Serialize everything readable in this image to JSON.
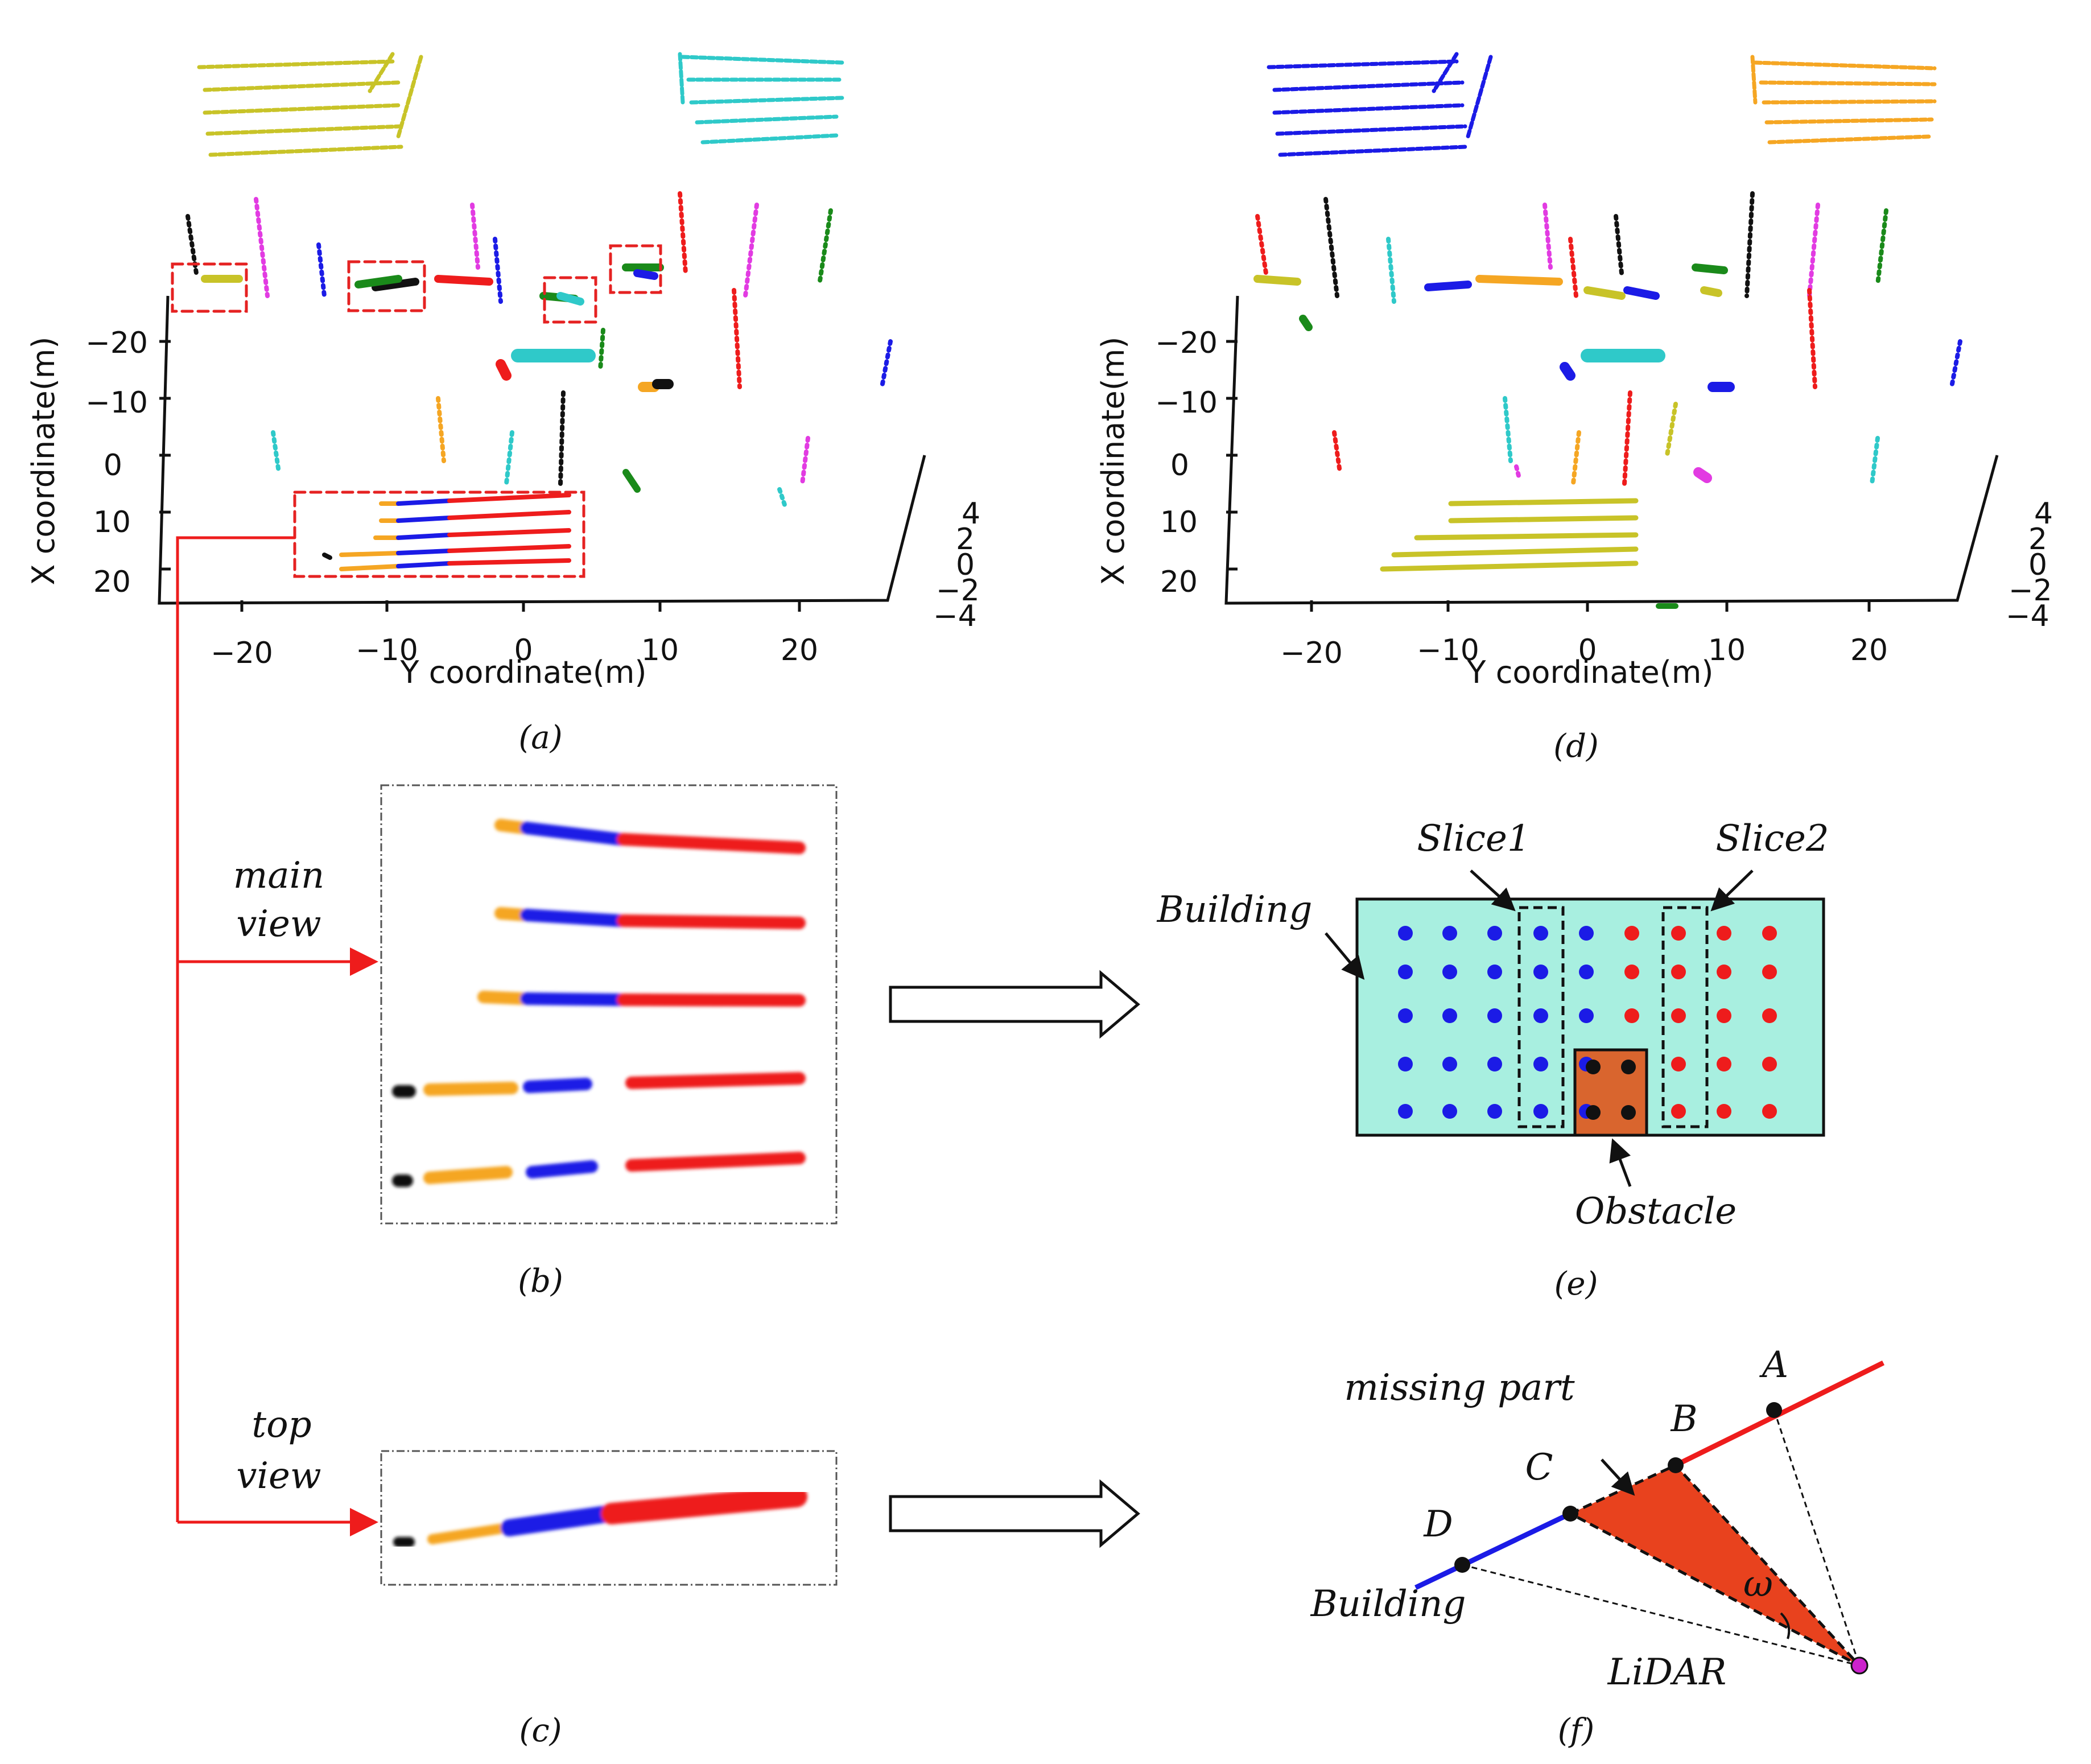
{
  "colors": {
    "yellow": "#c8c328",
    "cyan": "#2fc9c9",
    "red": "#ee1c1c",
    "blue": "#1b1be6",
    "orange": "#f5a623",
    "black": "#111111",
    "green": "#1a8a1a",
    "magenta": "#e23be2",
    "building_fill": "#a8efe0",
    "obstacle_fill": "#d9652e",
    "missing_fill": "#e8421e",
    "lidar": "#cc22cc",
    "dashed_box": "#e52222"
  },
  "panel_a": {
    "caption": "(a)",
    "y_axis_label": "X coordinate(m)",
    "x_axis_label": "Y coordinate(m)",
    "x_ticks": [
      "−20",
      "−10",
      "0",
      "10",
      "20"
    ],
    "y_ticks": [
      "−20",
      "−10",
      "0",
      "10",
      "20"
    ],
    "z_ticks": [
      "4",
      "2",
      "0",
      "−2",
      "−4"
    ]
  },
  "panel_d": {
    "caption": "(d)",
    "y_axis_label": "X coordinate(m)",
    "x_axis_label": "Y coordinate(m)",
    "x_ticks": [
      "−20",
      "−10",
      "0",
      "10",
      "20"
    ],
    "y_ticks": [
      "−20",
      "−10",
      "0",
      "10",
      "20"
    ],
    "z_ticks": [
      "4",
      "2",
      "0",
      "−2",
      "−4"
    ]
  },
  "panel_b": {
    "caption": "(b)",
    "label_line1": "main",
    "label_line2": "view"
  },
  "panel_c": {
    "caption": "(c)",
    "label_line1": "top",
    "label_line2": "view"
  },
  "panel_e": {
    "caption": "(e)",
    "building_label": "Building",
    "slice1_label": "Slice1",
    "slice2_label": "Slice2",
    "obstacle_label": "Obstacle"
  },
  "panel_f": {
    "caption": "(f)",
    "missing_label": "missing part",
    "building_label": "Building",
    "lidar_label": "LiDAR",
    "point_a": "A",
    "point_b": "B",
    "point_c": "C",
    "point_d": "D",
    "omega": "ω"
  }
}
